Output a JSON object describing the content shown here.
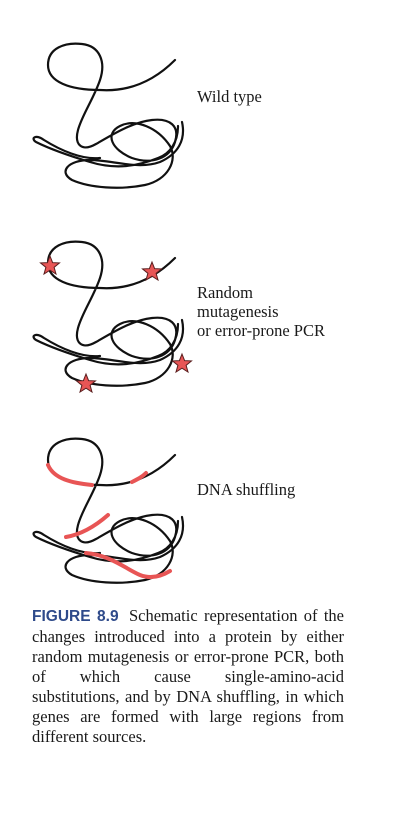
{
  "panels": [
    {
      "id": "wild",
      "label": "Wild type"
    },
    {
      "id": "random",
      "label": "Random\nmutagenesis\nor error-prone PCR"
    },
    {
      "id": "shuffle",
      "label": "DNA shuffling"
    }
  ],
  "caption": {
    "figure_label": "FIGURE 8.9",
    "text": "Schematic representation of the changes introduced into a protein by either random mutagenesis or error-prone PCR, both of which cause single-amino-acid substitutions, and by DNA shuffling, in which genes are formed with large regions from different sources."
  },
  "colors": {
    "strand": "#111111",
    "mutation": "#e85555",
    "figure_label": "#2e4a8a"
  }
}
